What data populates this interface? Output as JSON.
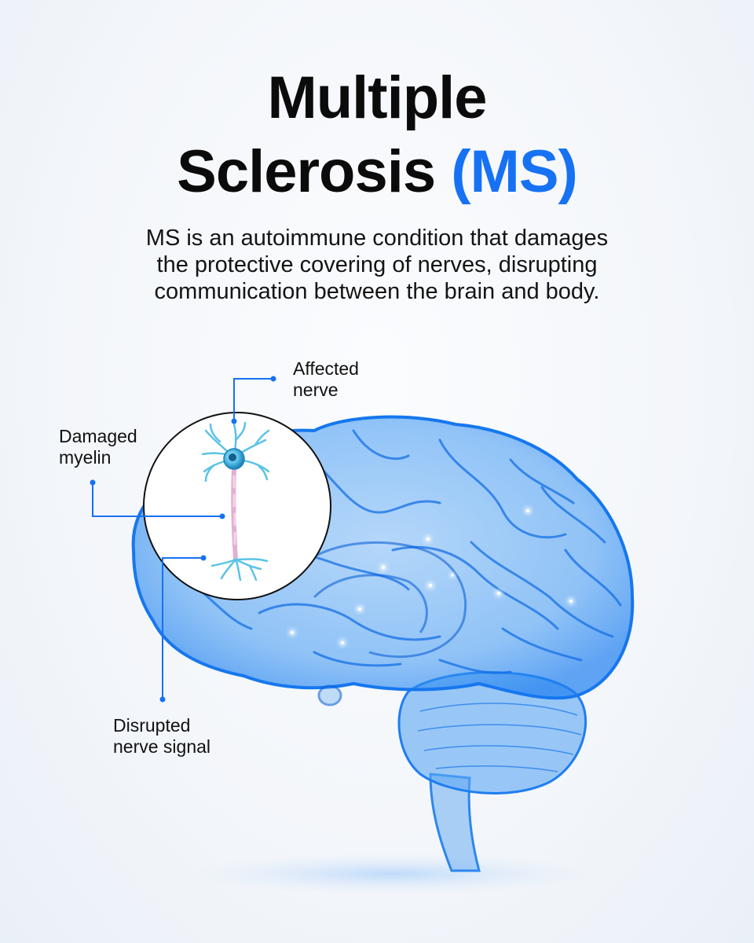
{
  "header": {
    "title_line1": "Multiple",
    "title_line2": "Sclerosis",
    "title_accent": "(MS)",
    "description_line1": "MS is an autoimmune condition that damages",
    "description_line2": "the protective covering of nerves, disrupting",
    "description_line3": "communication between the brain and body."
  },
  "callouts": {
    "affected_nerve": {
      "line1": "Affected",
      "line2": "nerve"
    },
    "damaged_myelin": {
      "line1": "Damaged",
      "line2": "myelin"
    },
    "disrupted_signal": {
      "line1": "Disrupted",
      "line2": "nerve signal"
    }
  },
  "colors": {
    "accent": "#1672f3",
    "brain": "#2b8cf0",
    "neuron": "#5fc3e6",
    "myelin": "#e9b7d6"
  }
}
